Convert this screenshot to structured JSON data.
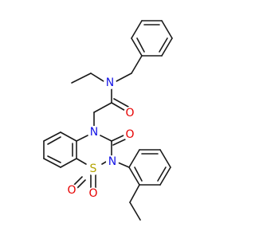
{
  "colors": {
    "bond": "#1a1a1a",
    "N": "#1515e6",
    "O": "#e60000",
    "S": "#b3a300",
    "background": "#ffffff"
  },
  "atoms": {
    "n_amide": "N",
    "o_amide": "O",
    "n4": "N",
    "o3": "O",
    "n2": "N",
    "s1": "S",
    "o_s1": "O",
    "o_s2": "O"
  }
}
